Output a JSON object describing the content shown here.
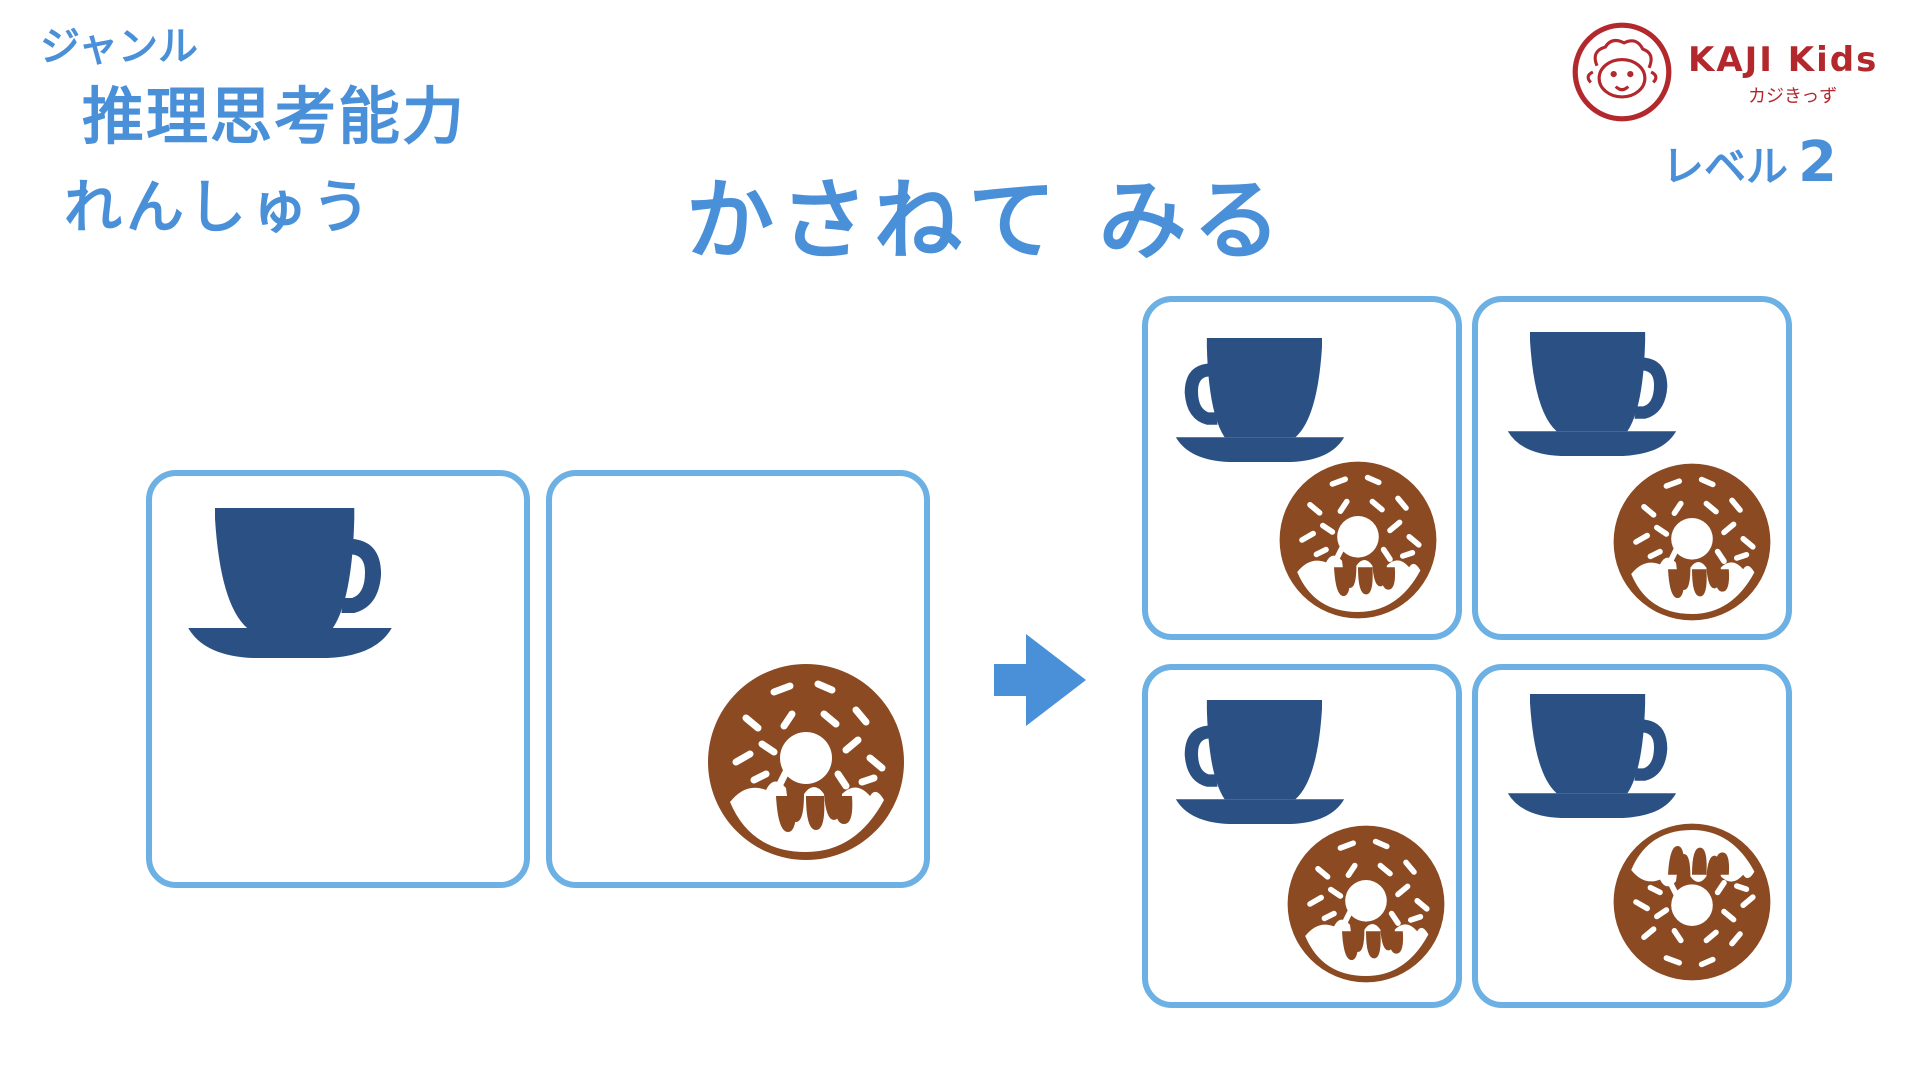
{
  "header": {
    "genre_label": "ジャンル",
    "genre_title": "推理思考能力",
    "practice_label": "れんしゅう",
    "title": "かさねて みる",
    "level_label": "レベル",
    "level_number": "2"
  },
  "logo": {
    "brand": "KAJI Kids",
    "sub": "カジきっず"
  },
  "colors": {
    "accent": "#4a90d9",
    "card_border": "#6cb0e4",
    "cup": "#2b5184",
    "donut": "#8b4a22",
    "brand": "#b3282d"
  },
  "icons": {
    "cup": "coffee-cup-icon",
    "donut": "donut-icon",
    "arrow": "arrow-right-icon",
    "logo": "sheep-logo-icon"
  },
  "puzzle": {
    "given_cards": [
      {
        "content": "cup",
        "cup_handle": "right"
      },
      {
        "content": "donut",
        "donut_drip": "bottom"
      }
    ],
    "answer_options": [
      {
        "cup_handle": "left",
        "donut_drip": "bottom"
      },
      {
        "cup_handle": "right",
        "donut_drip": "bottom"
      },
      {
        "cup_handle": "left",
        "donut_drip": "bottom"
      },
      {
        "cup_handle": "right",
        "donut_drip": "top"
      }
    ]
  }
}
